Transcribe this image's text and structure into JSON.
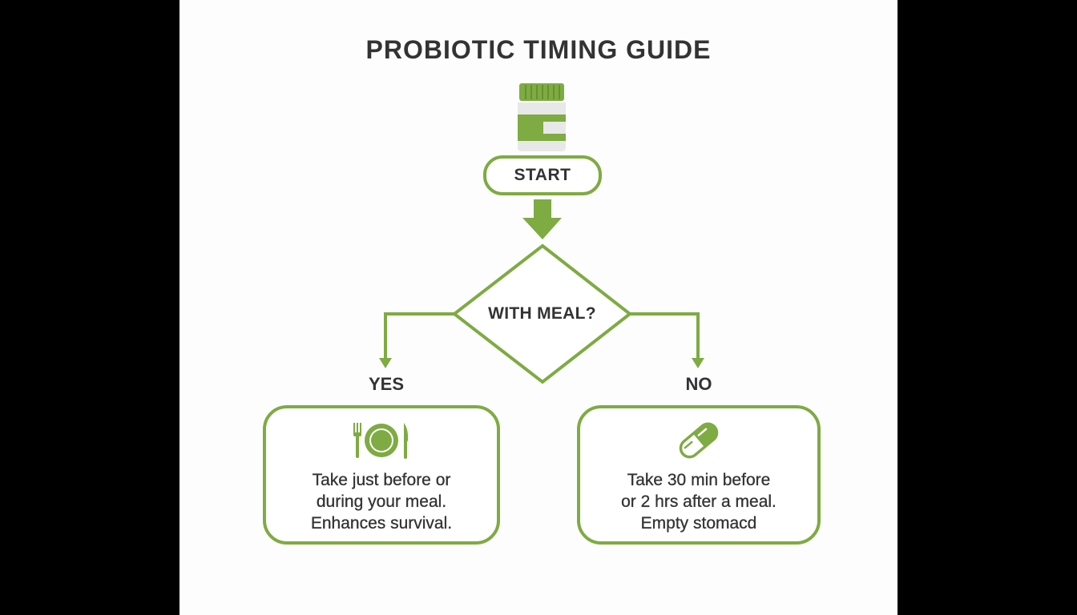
{
  "title": "PROBIOTIC TIMING GUIDE",
  "colors": {
    "accent": "#7eab42",
    "text": "#333333",
    "canvas": "#fdfdfd",
    "background": "#000000"
  },
  "header_icon": "probiotic-bottle-icon",
  "start": {
    "label": "START"
  },
  "decision": {
    "label": "WITH MEAL?"
  },
  "branches": {
    "yes": {
      "label": "YES",
      "icon": "fork-plate-knife-icon",
      "lines": [
        "Take just before or",
        "during your meal.",
        "Enhances survival."
      ]
    },
    "no": {
      "label": "NO",
      "icon": "capsule-pill-icon",
      "lines": [
        "Take 30 min before",
        "or 2 hrs after a meal.",
        "Empty stomacd"
      ]
    }
  }
}
